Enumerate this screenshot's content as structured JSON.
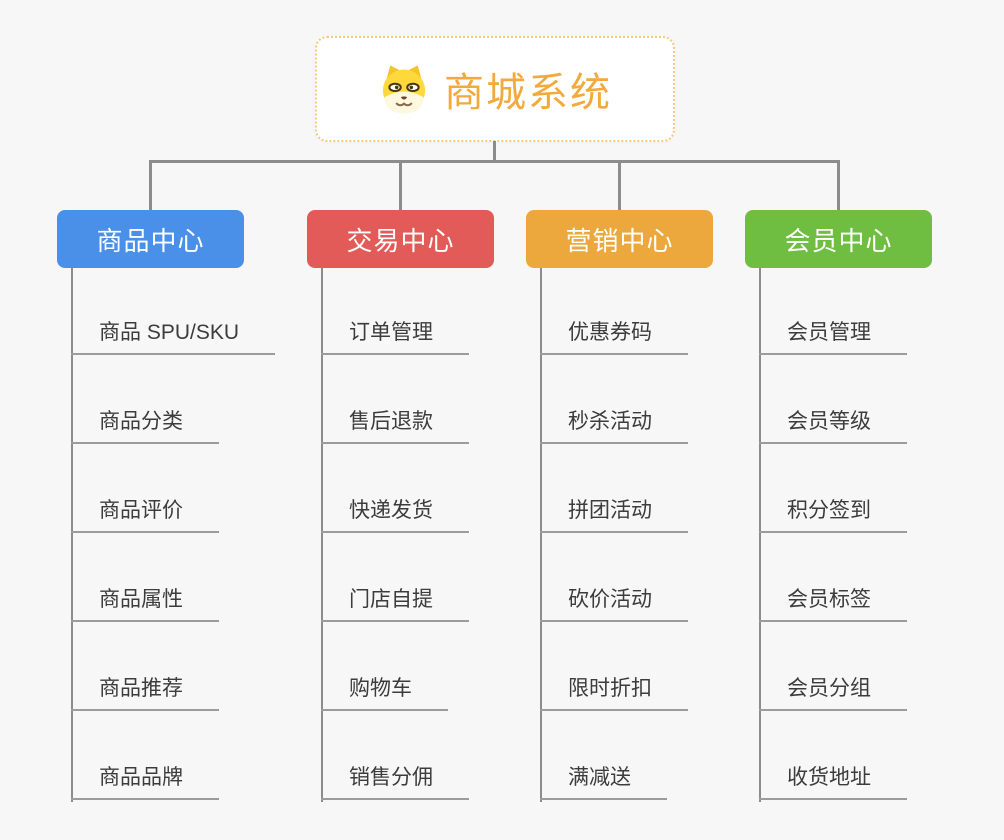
{
  "page": {
    "background_color": "#F7F7F7",
    "connector_color": "#8C8C8C"
  },
  "root": {
    "title": "商城系统",
    "icon": "dog-face-icon",
    "text_color": "#F2A93D",
    "border_color": "#F5C87E"
  },
  "branches": [
    {
      "label": "商品中心",
      "color": "#4A90E8",
      "children": [
        "商品 SPU/SKU",
        "商品分类",
        "商品评价",
        "商品属性",
        "商品推荐",
        "商品品牌"
      ]
    },
    {
      "label": "交易中心",
      "color": "#E25B58",
      "children": [
        "订单管理",
        "售后退款",
        "快递发货",
        "门店自提",
        "购物车",
        "销售分佣"
      ]
    },
    {
      "label": "营销中心",
      "color": "#EDA83D",
      "children": [
        "优惠券码",
        "秒杀活动",
        "拼团活动",
        "砍价活动",
        "限时折扣",
        "满减送"
      ]
    },
    {
      "label": "会员中心",
      "color": "#70BE41",
      "children": [
        "会员管理",
        "会员等级",
        "积分签到",
        "会员标签",
        "会员分组",
        "收货地址"
      ]
    }
  ]
}
